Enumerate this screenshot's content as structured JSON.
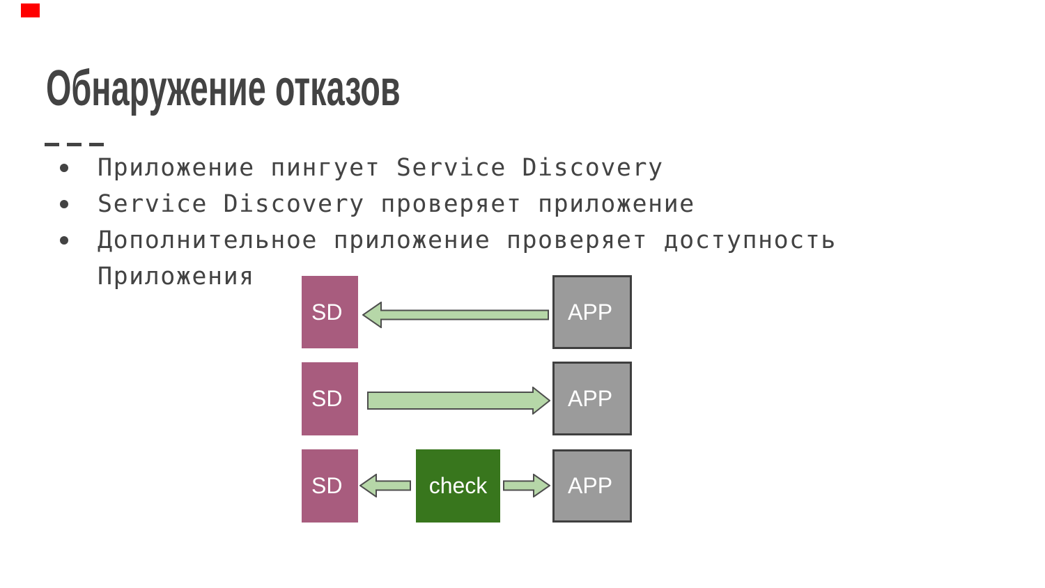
{
  "page": {
    "background": "#ffffff",
    "text_color": "#434343",
    "marker_color": "#fe0000"
  },
  "slide": {
    "title": "Обнаружение отказов",
    "divider_dash_count": 3,
    "bullets": [
      "Приложение пингует Service Discovery",
      "Service Discovery проверяет приложение",
      "Дополнительное приложение проверяет доступность Приложения"
    ]
  },
  "diagram": {
    "sd_label": "SD",
    "app_label": "APP",
    "check_label": "check",
    "rows": [
      {
        "description": "APP pings Service Discovery",
        "arrow": "app-to-sd"
      },
      {
        "description": "Service Discovery checks APP",
        "arrow": "sd-to-app"
      },
      {
        "description": "checker verifies both",
        "arrow": "check-to-sd-and-app"
      }
    ],
    "colors": {
      "sd": "#a85c7e",
      "app_fill": "#9b9b9b",
      "app_border": "#3f3f3f",
      "check": "#38761d",
      "arrow_fill": "#b6d7a8",
      "arrow_stroke": "#4d4d4d"
    }
  }
}
